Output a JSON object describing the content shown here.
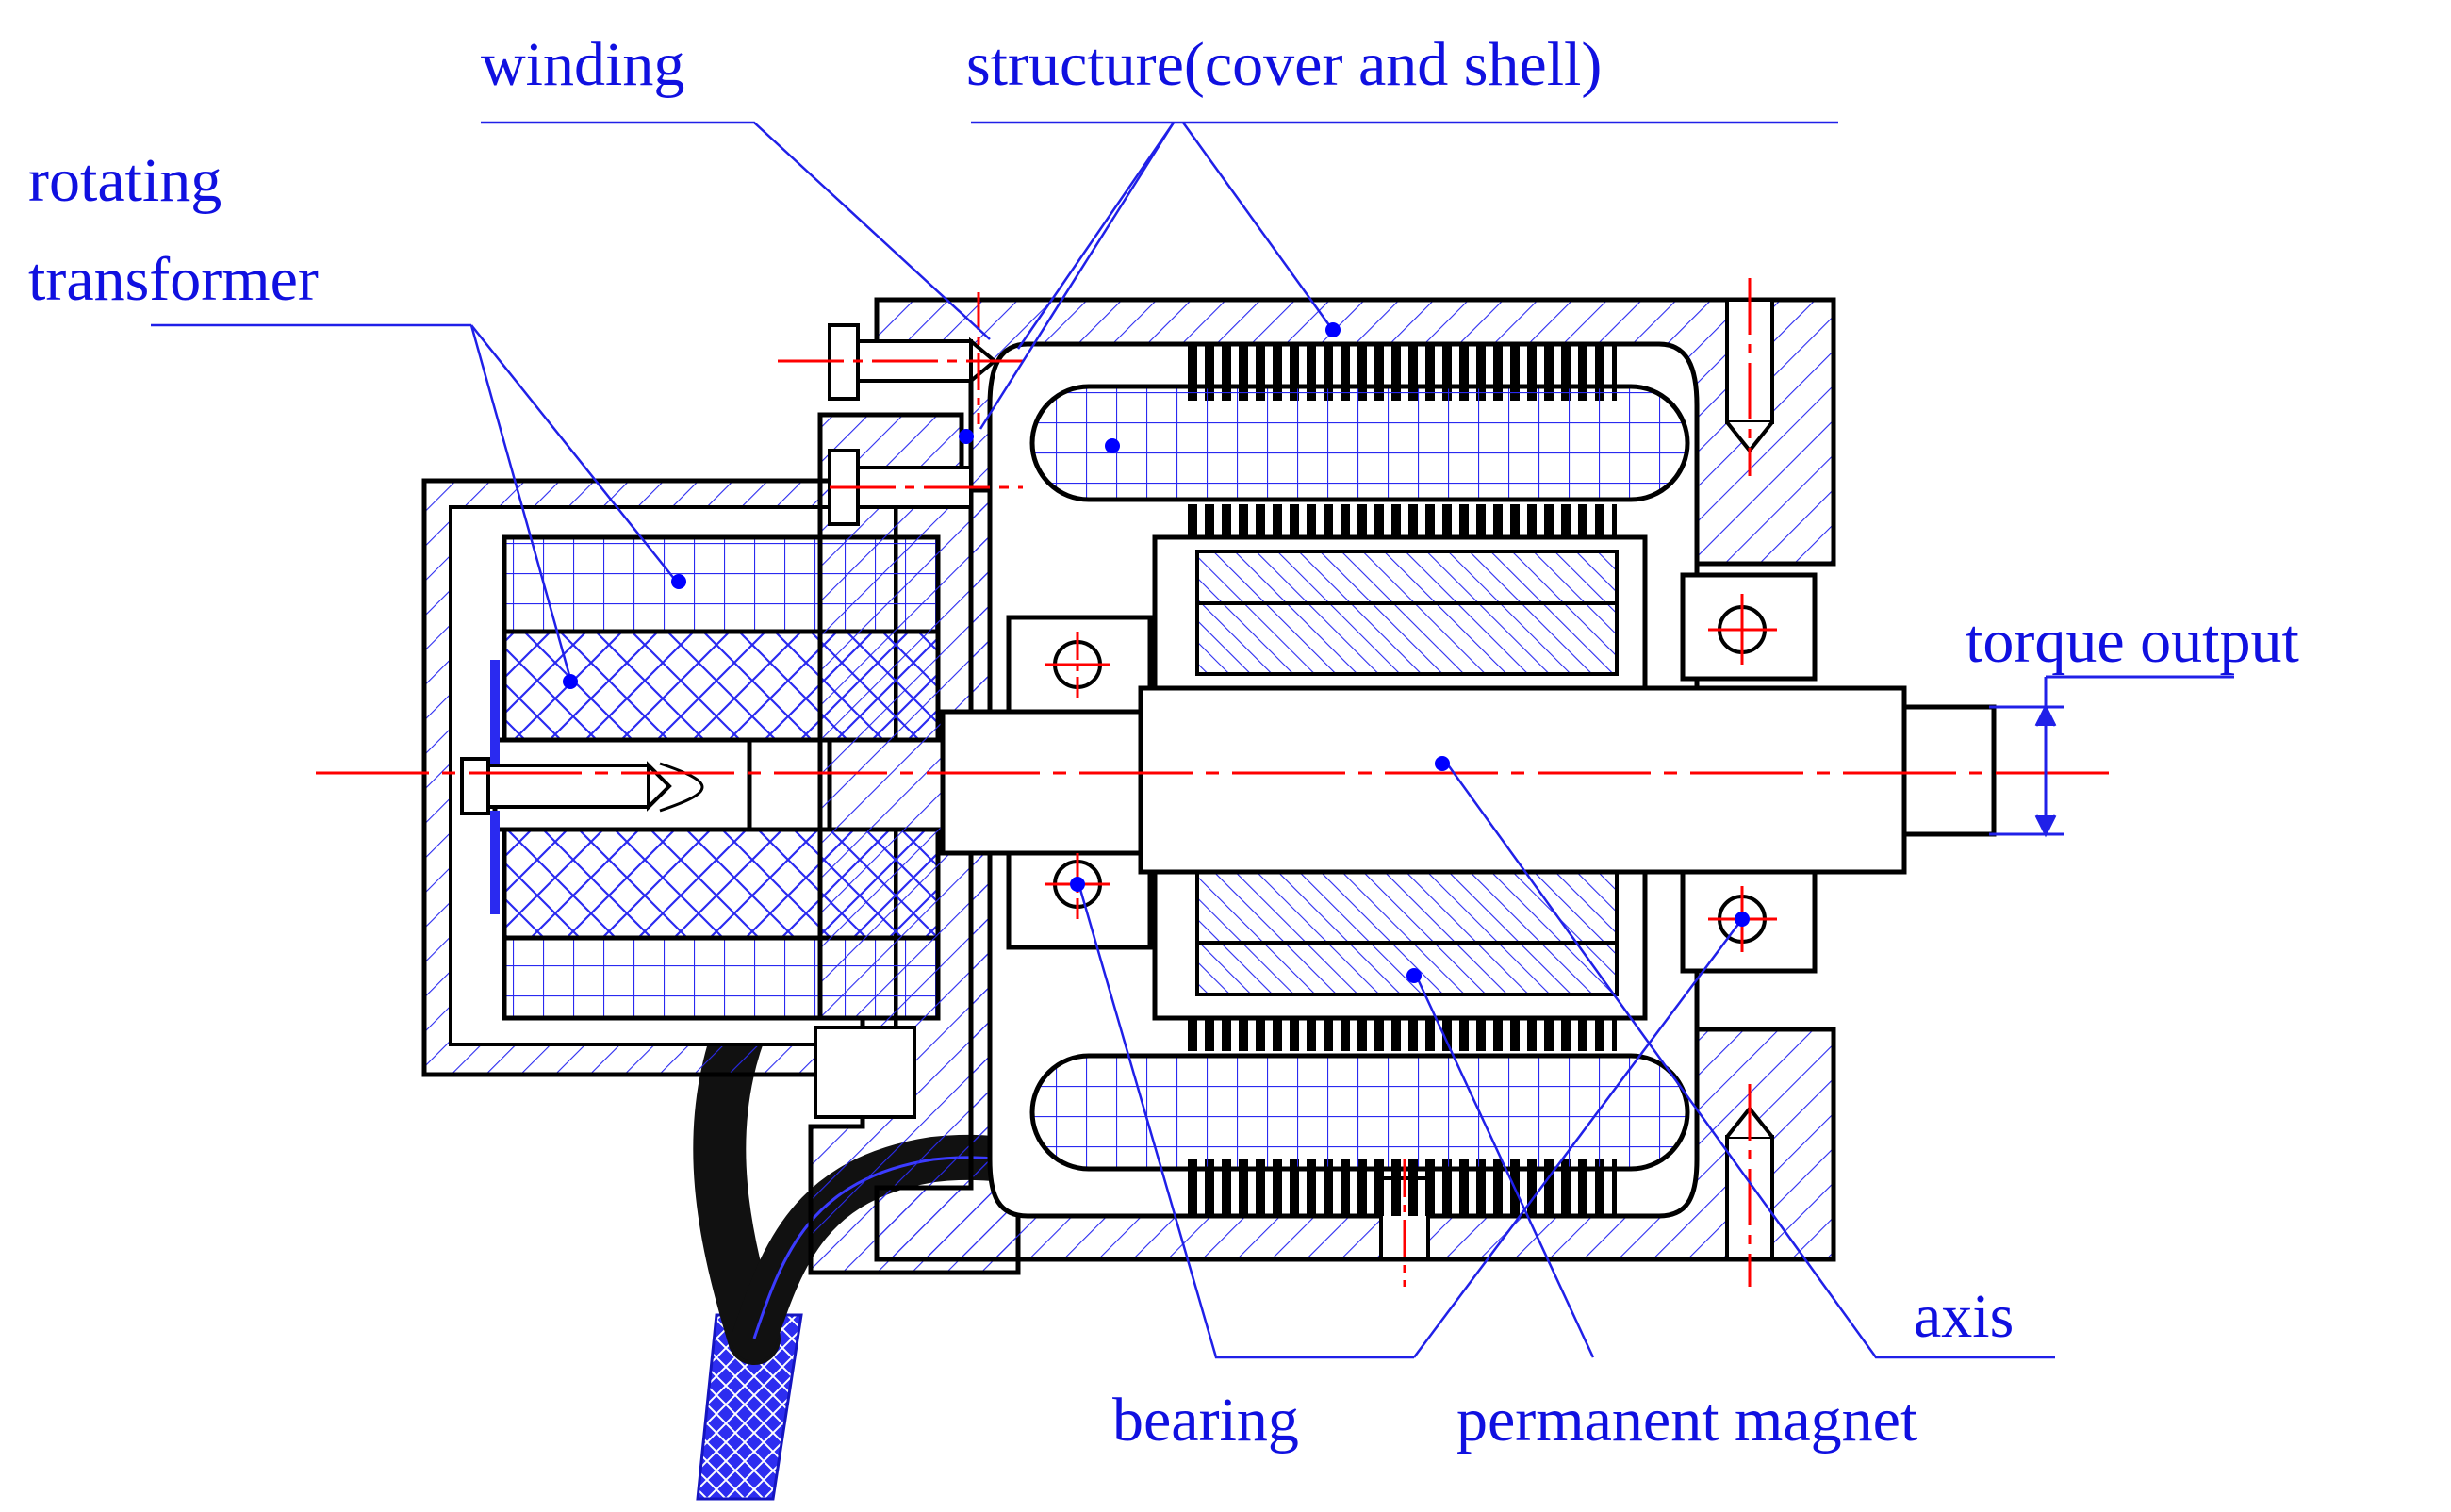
{
  "labels": {
    "winding": "winding",
    "structure": "structure(cover and shell)",
    "rotating_line1": "rotating",
    "rotating_line2": "transformer",
    "torque_output": "torque output",
    "axis": "axis",
    "bearing": "bearing",
    "permanent_magnet": "permanent magnet"
  },
  "colors": {
    "outline": "#000000",
    "label_text": "#1010e0",
    "leader_line": "#2020e8",
    "center_line": "#ff0000",
    "section_hatch": "#2a2af0"
  }
}
